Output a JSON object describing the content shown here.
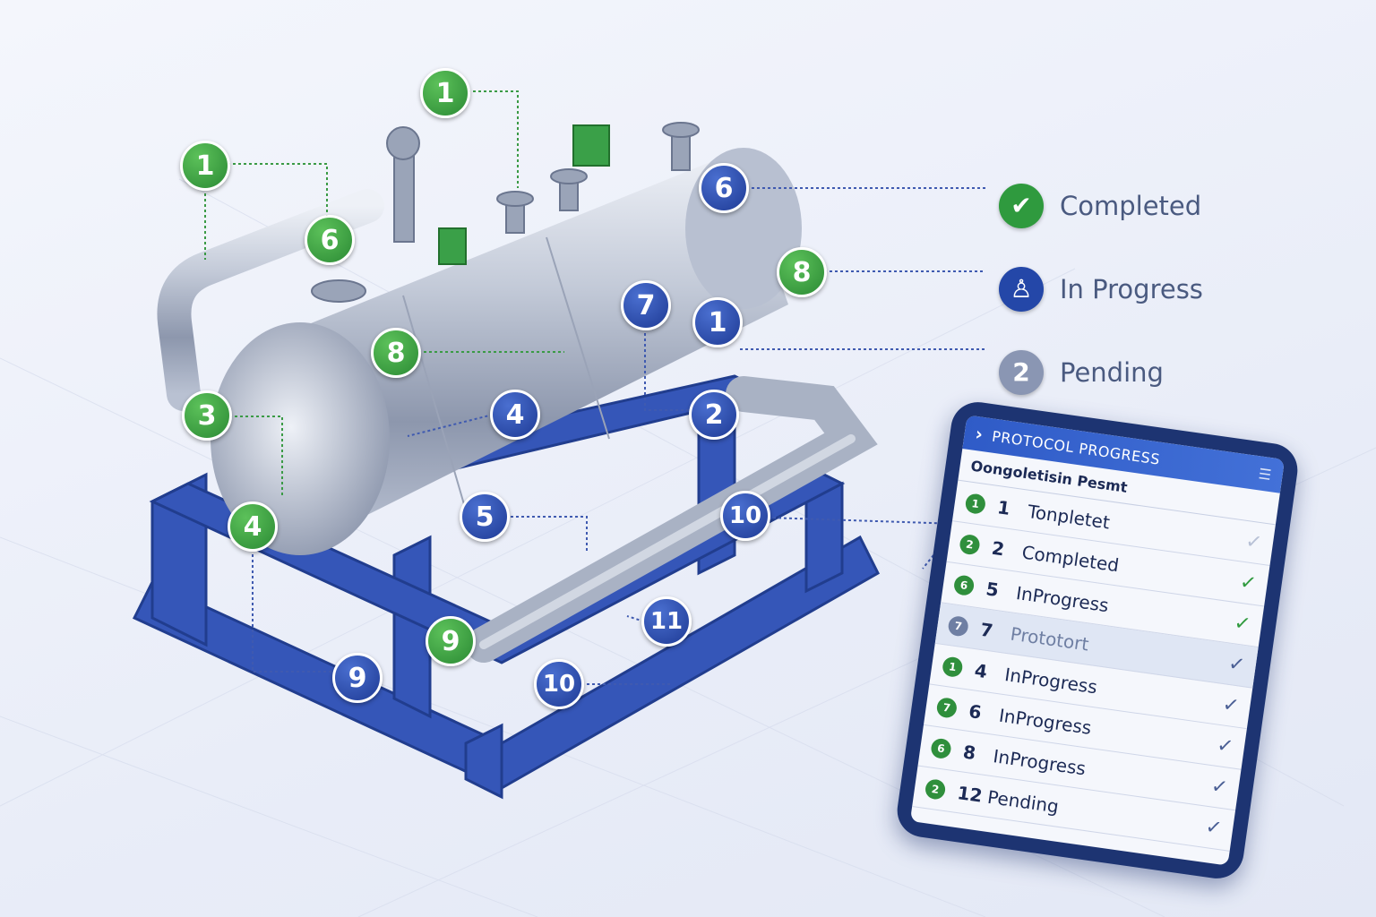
{
  "colors": {
    "completed": "#2f9a3e",
    "in_progress": "#1e3a94",
    "pending": "#8a96b3",
    "frame": "#2f4fb0",
    "steel": "#b9c2d4"
  },
  "callouts": [
    {
      "label": "1",
      "status": "completed"
    },
    {
      "label": "1",
      "status": "completed"
    },
    {
      "label": "6",
      "status": "completed"
    },
    {
      "label": "8",
      "status": "completed"
    },
    {
      "label": "3",
      "status": "completed"
    },
    {
      "label": "4",
      "status": "completed"
    },
    {
      "label": "9",
      "status": "completed"
    },
    {
      "label": "8",
      "status": "completed"
    },
    {
      "label": "6",
      "status": "in_progress"
    },
    {
      "label": "7",
      "status": "in_progress"
    },
    {
      "label": "1",
      "status": "in_progress"
    },
    {
      "label": "2",
      "status": "in_progress"
    },
    {
      "label": "4",
      "status": "in_progress"
    },
    {
      "label": "5",
      "status": "in_progress"
    },
    {
      "label": "10",
      "status": "in_progress"
    },
    {
      "label": "11",
      "status": "in_progress"
    },
    {
      "label": "9",
      "status": "in_progress"
    },
    {
      "label": "10",
      "status": "in_progress"
    }
  ],
  "legend": [
    {
      "label": "Completed",
      "icon": "check-icon"
    },
    {
      "label": "In Progress",
      "icon": "person-icon"
    },
    {
      "label": "Pending",
      "icon": "number-badge",
      "badge": "2"
    }
  ],
  "tablet": {
    "title": "PROTOCOL PROGRESS",
    "subtitle": "Oongoletisin Pesmt",
    "rows": [
      {
        "badge": "1",
        "num": "1",
        "label": "Tonpletet",
        "check": "faint"
      },
      {
        "badge": "2",
        "num": "2",
        "label": "Completed",
        "check": "green"
      },
      {
        "badge": "6",
        "num": "5",
        "label": "InProgress",
        "check": "green"
      },
      {
        "badge": "7",
        "num": "7",
        "label": "Prototort",
        "check": "blue",
        "highlight": true
      },
      {
        "badge": "1",
        "num": "4",
        "label": "InProgress",
        "check": "blue"
      },
      {
        "badge": "7",
        "num": "6",
        "label": "InProgress",
        "check": "blue"
      },
      {
        "badge": "6",
        "num": "8",
        "label": "InProgress",
        "check": "blue"
      },
      {
        "badge": "2",
        "num": "12",
        "label": "Pending",
        "check": "blue"
      }
    ]
  }
}
